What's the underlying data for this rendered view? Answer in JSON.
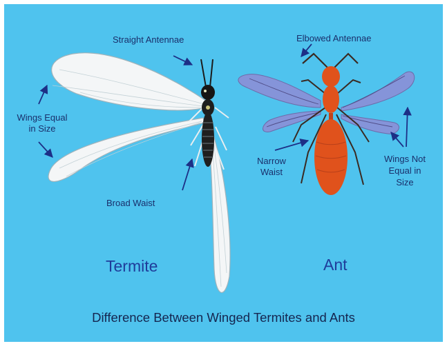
{
  "labels": {
    "straight_antennae": "Straight Antennae",
    "elbowed_antennae": "Elbowed Antennae",
    "wings_equal_line1": "Wings Equal",
    "wings_equal_line2": "in Size",
    "narrow_waist_line1": "Narrow",
    "narrow_waist_line2": "Waist",
    "wings_not_equal_line1": "Wings Not",
    "wings_not_equal_line2": "Equal in",
    "wings_not_equal_line3": "Size",
    "broad_waist": "Broad Waist"
  },
  "titles": {
    "termite": "Termite",
    "ant": "Ant"
  },
  "caption": "Difference Between Winged Termites and Ants",
  "colors": {
    "background": "#4fc3ee",
    "label_text": "#1a2f6b",
    "title_text": "#1f3c9a",
    "ant_body": "#e0521c",
    "ant_wing": "#8b8fd6",
    "termite_wing": "#f4f6f7",
    "arrow": "#1d2f86"
  }
}
